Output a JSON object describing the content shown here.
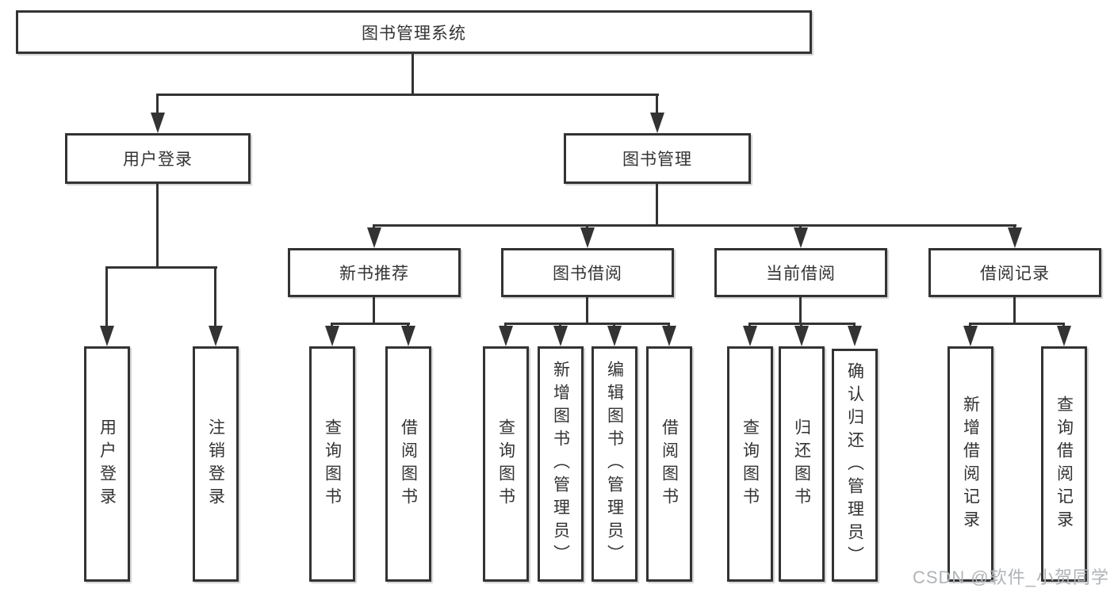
{
  "tree": {
    "root": {
      "label": "图书管理系统"
    },
    "level2": [
      {
        "label": "用户登录",
        "children": [
          {
            "label": "用户登录"
          },
          {
            "label": "注销登录"
          }
        ]
      },
      {
        "label": "图书管理",
        "children": [
          {
            "label": "新书推荐",
            "children": [
              {
                "label": "查询图书"
              },
              {
                "label": "借阅图书"
              }
            ]
          },
          {
            "label": "图书借阅",
            "children": [
              {
                "label": "查询图书"
              },
              {
                "label": "新增图书（管理员）"
              },
              {
                "label": "编辑图书（管理员）"
              },
              {
                "label": "借阅图书"
              }
            ]
          },
          {
            "label": "当前借阅",
            "children": [
              {
                "label": "查询图书"
              },
              {
                "label": "归还图书"
              },
              {
                "label": "确认归还（管理员）"
              }
            ]
          },
          {
            "label": "借阅记录",
            "children": [
              {
                "label": "新增借阅记录"
              },
              {
                "label": "查询借阅记录"
              }
            ]
          }
        ]
      }
    ]
  },
  "watermark": {
    "text": "CSDN @软件_小贺同学"
  },
  "colors": {
    "line": "#333333",
    "box_border": "#333333",
    "text": "#333333",
    "watermark": "#b0b3b6",
    "background": "#ffffff"
  }
}
